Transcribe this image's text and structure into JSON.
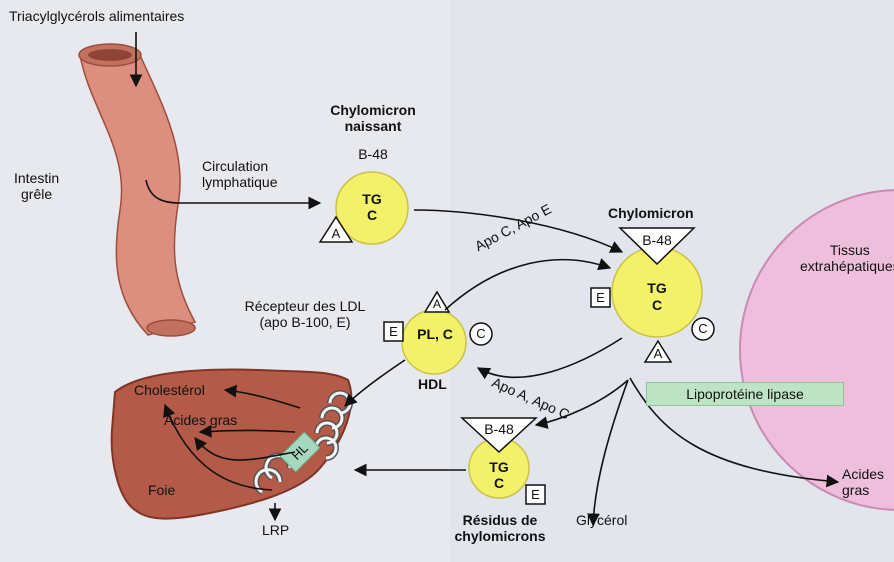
{
  "labels": {
    "triacylglycerols": "Triacylglycérols alimentaires",
    "intestine": "Intestin\ngrêle",
    "circulation": "Circulation\nlymphatique",
    "nascent_title": "Chylomicron\nnaissant",
    "nascent_b48": "B-48",
    "nascent_tg": "TG",
    "nascent_c": "C",
    "apo_a": "A",
    "apo_c_e_arrow": "Apo C, Apo E",
    "chylomicron_title": "Chylomicron",
    "chylo_b48": "B-48",
    "chylo_tg": "TG",
    "chylo_c": "C",
    "chylo_e": "E",
    "chylo_c_circle": "C",
    "chylo_a": "A",
    "extrahepatic": "Tissus\nextrahépatiques",
    "ldl_receptor": "Récepteur des LDL\n(apo B-100, E)",
    "hdl_e": "E",
    "hdl_plc": "PL, C",
    "hdl_c_circle": "C",
    "hdl_a": "A",
    "hdl": "HDL",
    "apo_a_c_arrow": "Apo A, Apo C",
    "lipoprotein_lipase": "Lipoprotéine lipase",
    "remnant_b48": "B-48",
    "remnant_tg": "TG",
    "remnant_c": "C",
    "remnant_e": "E",
    "remnant_title": "Résidus de\nchylomicrons",
    "glycerol": "Glycérol",
    "fatty_acids_out": "Acides\ngras",
    "cholesterol": "Cholestérol",
    "fatty_acids_liver": "Acides gras",
    "liver": "Foie",
    "hl": "HL",
    "lrp": "LRP"
  },
  "colors": {
    "particle_yellow": "#f3f06a",
    "intestine": "#dc8f7f",
    "liver": "#b35a48",
    "tissue": "#eebfdc",
    "lipase_box": "#bfe3c5",
    "hl_box": "#a6d8bf"
  }
}
